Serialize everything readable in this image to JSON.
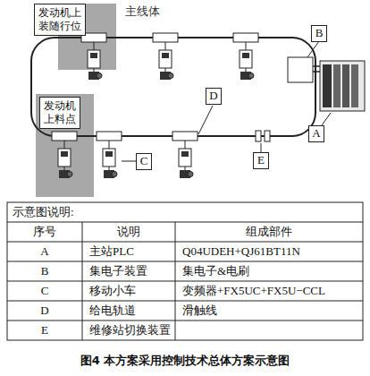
{
  "diagram": {
    "caption": "图4 本方案采用控制技术总体方案示意图",
    "nodes": [
      {
        "text": [
          "发动机上装随行位"
        ]
      },
      {
        "text": [
          "B"
        ]
      },
      {
        "text": [
          "D"
        ]
      },
      {
        "text": [
          "发动机上料点"
        ]
      },
      {
        "text": [
          "A"
        ]
      },
      {
        "text": [
          "C"
        ]
      },
      {
        "text": [
          "E"
        ]
      }
    ],
    "labels": [
      "主线体",
      "示意图说明:",
      "序号",
      "说明",
      "组成部件",
      "A",
      "主站PLC",
      "Q04UDEH+QJ61BT11N",
      "B",
      "集电子装置",
      "集电子&电刷",
      "C",
      "移动小车",
      "变频器+FX5UC+FX5U−CCL",
      "D",
      "给电轨道",
      "滑触线",
      "E",
      "维修站切换装置"
    ]
  }
}
